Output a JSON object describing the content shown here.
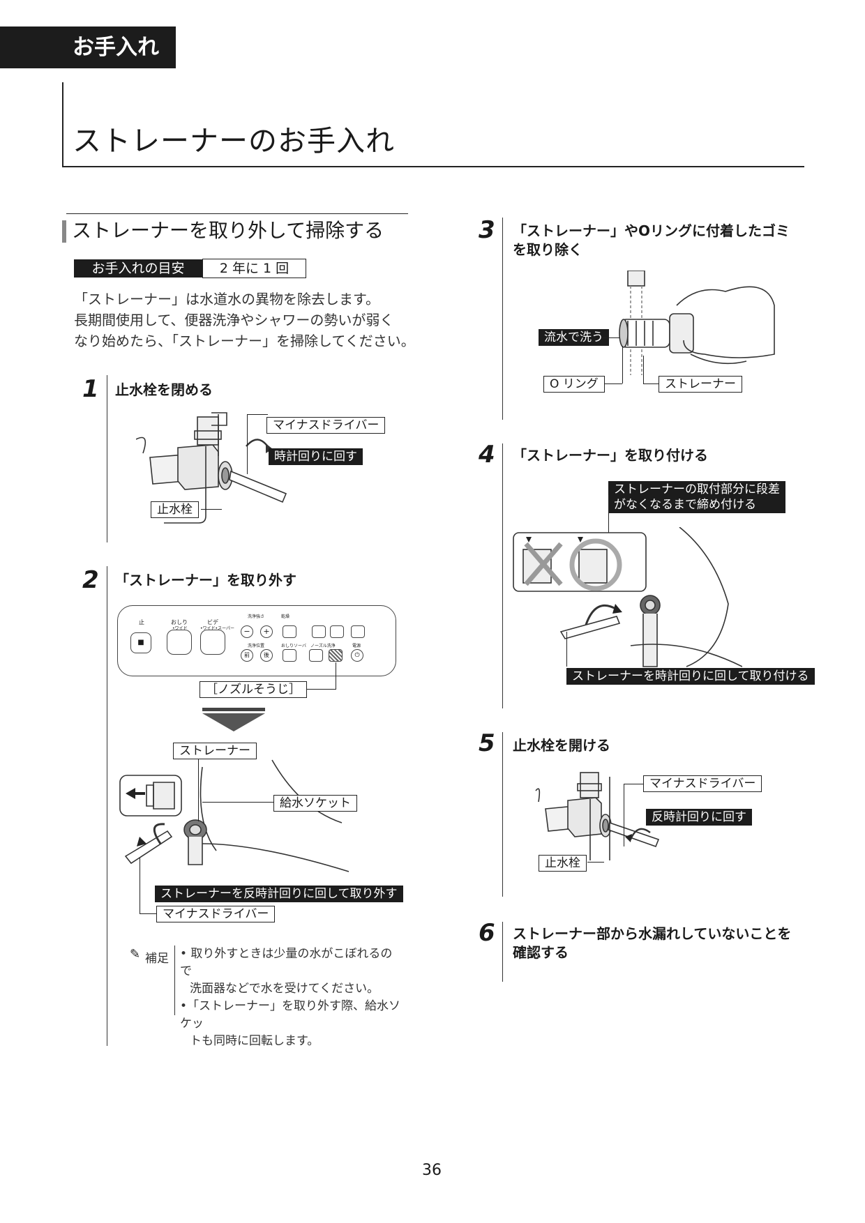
{
  "header": {
    "section": "お手入れ",
    "title": "ストレーナーのお手入れ"
  },
  "subsection": {
    "title": "ストレーナーを取り外して掃除する",
    "guide_label": "お手入れの目安",
    "guide_value": "2 年に 1 回",
    "intro_lines": [
      "「ストレーナー」は水道水の異物を除去します。",
      "長期間使用して、便器洗浄やシャワーの勢いが弱く",
      "なり始めたら、「ストレーナー」を掃除してください。"
    ]
  },
  "steps": [
    {
      "num": "1",
      "title": "止水栓を閉める",
      "labels": {
        "driver": "マイナスドライバー",
        "rotate": "時計回りに回す",
        "valve": "止水栓"
      }
    },
    {
      "num": "2",
      "title": "「ストレーナー」を取り外す",
      "remote": {
        "stop": "止",
        "oshiri": "おしり",
        "oshiri_sub": "•ワイド",
        "bide": "ビデ",
        "bide_sub": "•ワイド•スーパー",
        "pressure": "洗浄強さ",
        "warm": "乾燥",
        "position": "洗浄位置",
        "massage": "おしりソーバ",
        "nozzle": "ノーズル洗浄",
        "power": "電源",
        "minus": "−",
        "plus": "+",
        "front": "前",
        "back": "後"
      },
      "labels": {
        "nozzle": "［ノズルそうじ］",
        "strainer": "ストレーナー",
        "socket": "給水ソケット",
        "remove": "ストレーナーを反時計回りに回して取り外す",
        "driver": "マイナスドライバー"
      },
      "note": {
        "label": "補足",
        "lines": [
          "• 取り外すときは少量の水がこぼれるので",
          "洗面器などで水を受けてください。",
          "•「ストレーナー」を取り外す際、給水ソケッ",
          "トも同時に回転します。"
        ]
      }
    },
    {
      "num": "3",
      "title_lines": [
        "「ストレーナー」やOリングに付着したゴミ",
        "を取り除く"
      ],
      "labels": {
        "wash": "流水で洗う",
        "oring": "O リング",
        "strainer": "ストレーナー"
      }
    },
    {
      "num": "4",
      "title": "「ストレーナー」を取り付ける",
      "labels": {
        "tighten_lines": [
          "ストレーナーの取付部分に段差",
          "がなくなるまで締め付ける"
        ],
        "attach": "ストレーナーを時計回りに回して取り付ける"
      }
    },
    {
      "num": "5",
      "title": "止水栓を開ける",
      "labels": {
        "driver": "マイナスドライバー",
        "rotate": "反時計回りに回す",
        "valve": "止水栓"
      }
    },
    {
      "num": "6",
      "title_lines": [
        "ストレーナー部から水漏れしていないことを",
        "確認する"
      ]
    }
  ],
  "page_number": "36"
}
